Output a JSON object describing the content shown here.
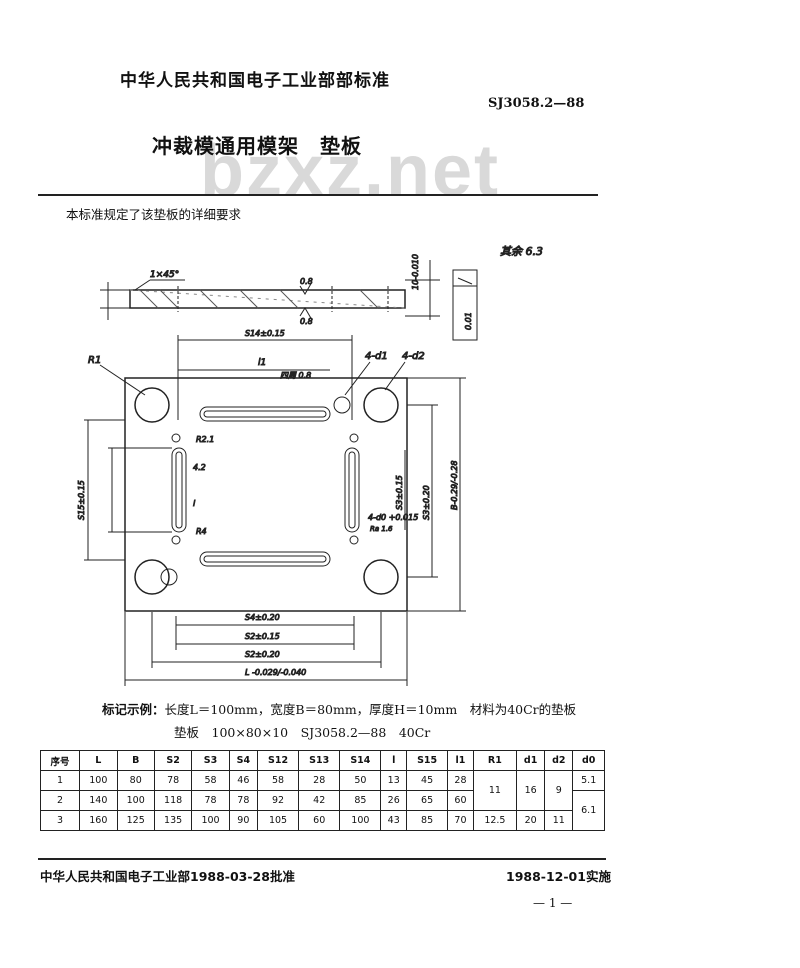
{
  "header": {
    "standard_org": "中华人民共和国电子工业部部标准",
    "standard_code": "SJ3058.2—88",
    "title": "冲裁模通用模架　垫板",
    "watermark": "bzxz.net"
  },
  "scope_text": "本标准规定了该垫板的详细要求",
  "drawing": {
    "roughness_rest": "其余 6.3",
    "chamfer": "1×45°",
    "surface_08": "0.8",
    "surface_08b": "0.8",
    "surround_08": "四周 0.8",
    "dim_r1": "R1",
    "dim_4d1": "4-d1",
    "dim_4d2": "4-d2",
    "dim_l1": "l1",
    "dim_s4t015": "S14±0.15",
    "dim_r21": "R2.1",
    "dim_42": "4.2",
    "dim_l": "l",
    "dim_r4": "R4",
    "dim_s15": "S15±0.15",
    "dim_s3t015": "S3±0.15",
    "dim_s3t020": "S3±0.20",
    "dim_b": "B-0.29/-0.28",
    "dim_4d0": "4-d0 +0.015",
    "dim_flat": "Ra 1.6",
    "dim_s4t020": "S4±0.20",
    "dim_s2t015": "S2±0.15",
    "dim_s2t020": "S2±0.20",
    "dim_lbot": "L -0.029/-0.040",
    "dim_h": "10-0.010",
    "dim_flat2": "0.01"
  },
  "example": {
    "label": "标记示例：",
    "line1": "长度L＝100mm，宽度B＝80mm，厚度H＝10mm　材料为40Cr的垫板",
    "line2": "垫板　100×80×10　SJ3058.2—88　40Cr"
  },
  "table": {
    "headers": [
      "序号",
      "L",
      "B",
      "S2",
      "S3",
      "S4",
      "S12",
      "S13",
      "S14",
      "l",
      "S15",
      "l1",
      "R1",
      "d1",
      "d2",
      "d0"
    ],
    "rows": [
      [
        "1",
        "100",
        "80",
        "78",
        "58",
        "46",
        "58",
        "28",
        "50",
        "13",
        "45",
        "28",
        "11",
        "16",
        "9",
        "5.1"
      ],
      [
        "2",
        "140",
        "100",
        "118",
        "78",
        "78",
        "92",
        "42",
        "85",
        "26",
        "65",
        "60",
        "",
        "",
        "",
        ""
      ],
      [
        "3",
        "160",
        "125",
        "135",
        "100",
        "90",
        "105",
        "60",
        "100",
        "43",
        "85",
        "70",
        "12.5",
        "20",
        "11",
        "6.1"
      ]
    ]
  },
  "footer": {
    "approved": "中华人民共和国电子工业部1988-03-28批准",
    "effective": "1988-12-01实施",
    "page": "— 1 —"
  }
}
